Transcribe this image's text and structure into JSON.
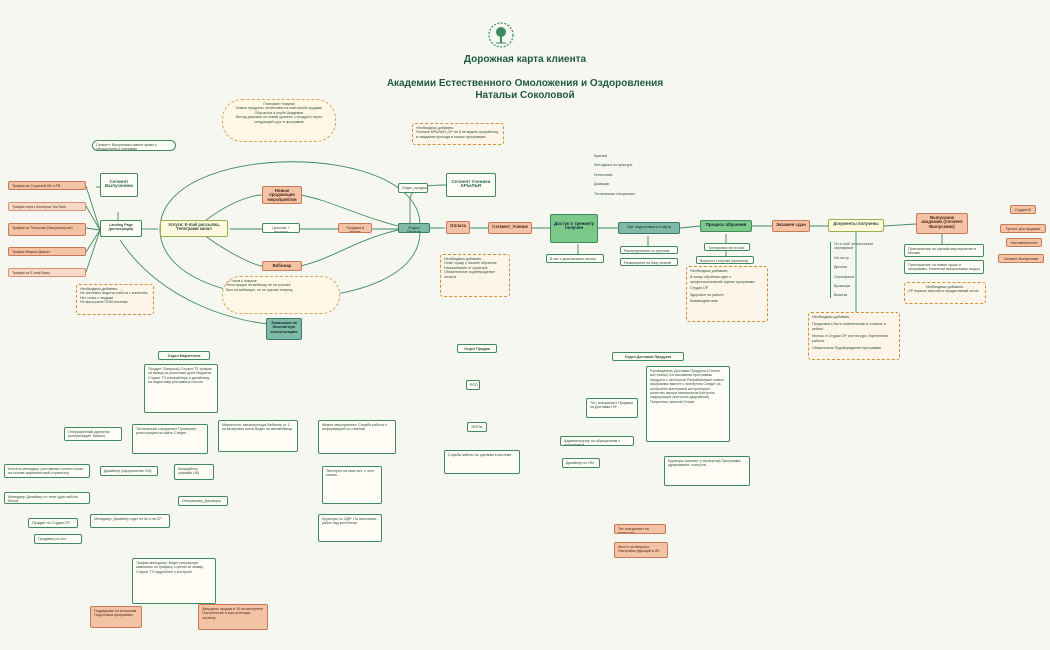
{
  "header": {
    "title": "Дорожная карта клиента",
    "subtitle_1": "Академии Естественного Омоложения и Оздоровления",
    "subtitle_2": "Натальи Соколовой",
    "logo": "tree-logo-icon"
  },
  "flow": {
    "oplata": "Оплата",
    "segment_uchenik": "Сегмент_Ученик",
    "dostup": "Доступ к тренингу получен",
    "dostup_sub": "В чат с допольными льготы",
    "org": "Орг подготовка к старту",
    "process": "Процесс обучения",
    "ekzamen": "Экзамен сдан",
    "dokumenty": "Документы получены",
    "vypusknik": "Выпускник академии (Сегмент Выпускник)",
    "otdel_prodazh_node": "Отдел Продаж",
    "seg_uchenik_box": "Сегмент Ученики КРЫЛЬЯ",
    "otdel_prodazh_small": "Отдел_продаж",
    "seg_vypuskniki": "Сегмент Выпускники",
    "landing": "Landing Page (регистрация)",
    "uslugi": "Услуги: E-mail рассылка, Телеграмм канал",
    "new_products": "Новые продающие мероприятия",
    "cepochka": "Цепочка + продажа",
    "vebinar": "Вебинар",
    "prodazha_zvonok": "Продажа в звонке",
    "zapisalsya": "Записался на бесплатную консультацию"
  },
  "left_tags": [
    "Трафик из Соцсетей ВК и FB",
    "Трафик через блогеров YouTube",
    "Трафик из Телеграм (Запусконутые)",
    "Трафик Яндекс Директ",
    "Трафик из E-mail базы"
  ],
  "right_tags": [
    "Студия Ю",
    "Проект для продажи",
    "Наставничество",
    "Сегмент Выпускники"
  ],
  "notes": {
    "note_segment": "Сегмент: Выпускники имеют право с обращением к ученикам",
    "note_top_oval_1": "Повторяет покупки",
    "note_top_oval_2": "Новые продукты, интенсивы на повторной продаже",
    "note_top_oval_3": "Обучаться в клубе Академии",
    "note_top_oval_4": "Выход дорожки на новый уровень с продукта через следующий курс в программе",
    "note_need_1": "Необходимо добавить:",
    "note_need_1_text": "Ученики КРЫЛЬЯ_ОР не 8 не видеть проработку; в ожидании прохода в наших программах",
    "note_bottom_oval_1": "Не готов к покупке",
    "note_bottom_oval_2": "Регистрация на вебинар не на тренинг",
    "note_bottom_oval_3": "Был на вебинаре, но не сделал покупку",
    "note_left_box_1": "Необходимо добавить:",
    "note_left_box_2": "Не системно ведется работа с клиентом",
    "note_left_box_3": "Нет точек с людьми",
    "note_left_box_4": "Не выстроена CRM-система",
    "note_oplata_1": "Необходимо добавить:",
    "note_oplata_2": "Ответ сразу о начале обучения",
    "note_oplata_3": "Напоминание от куратора",
    "note_oplata_4": "Обязательное подтверждение оплаты"
  },
  "list_right_top": [
    "Краткий",
    "Методичка по культуре",
    "Интенсивы",
    "Домашки",
    "Техническая специалист"
  ],
  "org_items": [
    "Распределение по группам",
    "Размещение на базу знаний"
  ],
  "process_items": [
    "Тренировки на потоке",
    "Вопросы к коучам (практика)"
  ],
  "process_box": {
    "head": "Необходимо добавить:",
    "items": [
      "В конце обучения идет к профессиональной оценке программы",
      "Студия ОР",
      "Здоровье на работе",
      "Взаимодействие"
    ]
  },
  "docs_items": [
    "По e-mail, электронный сертификат",
    "На почту",
    "Диплом",
    "Сертификат",
    "Брошюра",
    "Визитки"
  ],
  "docs_box": {
    "head": "Необходимо добавить:",
    "items": [
      "Продолжать быть отмеченными в отзывах и кейсах",
      "Кнопка: в Студии ОР или на курс Укрепления работы",
      "Обязательно Подтверждение программы"
    ]
  },
  "vyp_items": [
    "Приглашение на офлайн-мероприятие в Москве",
    "Приглашение на новые курсы и программы. Клиентам выпускникам скидки и сертификаты"
  ],
  "vyp_box": {
    "head": "Необходимо добавить:",
    "text": "ОР первые занятия и продуктивный поток"
  },
  "departments": {
    "marketing": "Отдел Маркетинга",
    "sales": "Отдел Продаж",
    "delivery": "Отдел Доставки Продукта"
  },
  "marketing_nodes": [
    "Продукт (Запросы) Служит ТЗ трафик на вывод на рыночные доля бюджета Служит ТЗ копирайтеру и дизайнеру на подготовку рекламных постов",
    "Операционный директор (контролирует бизнес)",
    "Технический специалист Проверяет регистрацию на сайте Следит",
    "Маркетолог-автоворонщик Вебинар от 1 на вечернюю поток Ведет на автовебинар",
    "Живое мероприятие: Служба работы с информацией по ответам",
    "Контент-менеджер (составляет контент-план, на основе маркетинговой стратегии)",
    "Дизайнер (оформление СМ)",
    "Копирайтер (офлайн UK)",
    "Менеджер Дизайнер по теме (для любого блога)",
    "Интервьюер_Договоры",
    "Эксперты на пике хит: с чего начать",
    "Кураторы по ОДР: По окончании работ над контентом",
    "Продукт по Студии ОР",
    "Менеджер: Дизайнер идет по 5к и на СР",
    "Продавец по з/ст",
    "Трафик-менеджер: Ведет рекламную кампанию по трафику с ценой за заявку Служит ТЗ подробнее о контроле",
    "Подрядчики по вопросам Подготовка программы",
    "Запущено продаж в 10 на интернете Поступление в выстроенную систему"
  ],
  "sales_nodes": [
    "РОП",
    "МОПы",
    "Служба заботы по сделкам в системе"
  ],
  "delivery_nodes": [
    "Тех. специалист Продажи на Доставка НФ",
    "Руководитель Доставки Продукта (Control все этапы) Согласование программы продукта с экспертом Разрабатывает новые программы вместе с экспертом Следит за контролем материала контролирует качество записи материалов Контроль лидирующих (контроль дедлайнов) Получение занятий Отзыв",
    "Администратор по обращениям с программой",
    "Дизайнер по ОМ",
    "Кураторы (шатают у экспертов) Программа, курирование, контроль",
    "Тех специалист по вопросам",
    "Жесть на вопросы: Настройки функций в ЛК"
  ]
}
